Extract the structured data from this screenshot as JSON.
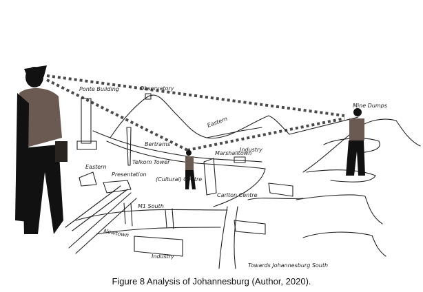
{
  "figure": {
    "caption": "Figure 8 Analysis of Johannesburg (Author, 2020).",
    "sketch_labels": {
      "ponte": "Ponte Building",
      "observatory": "Observatory",
      "eastern": "Eastern",
      "bertrams": "Bertrams",
      "telkom": "Telkom Tower",
      "eastern_left": "Eastern",
      "presentation": "Presentation",
      "cultural": "(Cultural) Centre",
      "carlton": "Carlton Centre",
      "marshalltown": "Marshalltown",
      "industry_right": "Industry",
      "mine_dumps": "Mine Dumps",
      "m1_south": "M1 South",
      "newtown": "Newtown",
      "industry": "Industry",
      "south": "Towards Johannesburg South"
    },
    "colors": {
      "silhouette": "#111111",
      "shirt": "#6b5a52",
      "sightline": "#4a4a4a"
    }
  }
}
